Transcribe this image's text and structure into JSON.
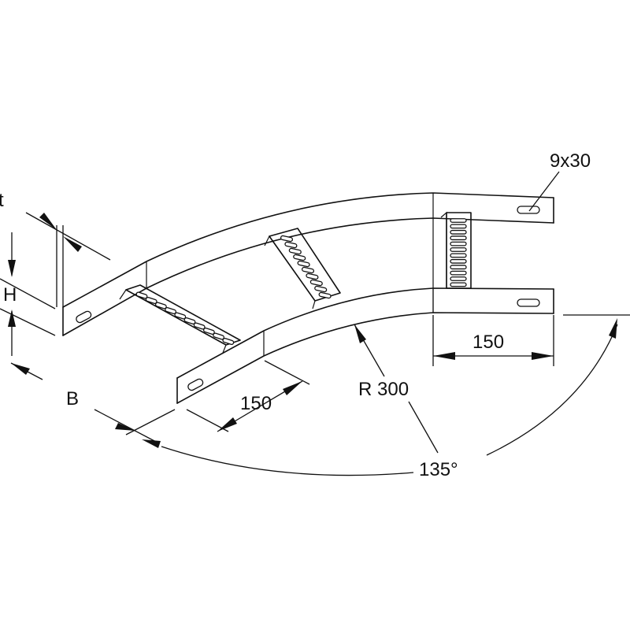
{
  "labels": {
    "thickness": "t",
    "height": "H",
    "width": "B",
    "straight_left": "150",
    "straight_right": "150",
    "radius": "R 300",
    "angle": "135°",
    "slot": "9x30"
  },
  "colors": {
    "line": "#111111",
    "background": "#ffffff"
  }
}
